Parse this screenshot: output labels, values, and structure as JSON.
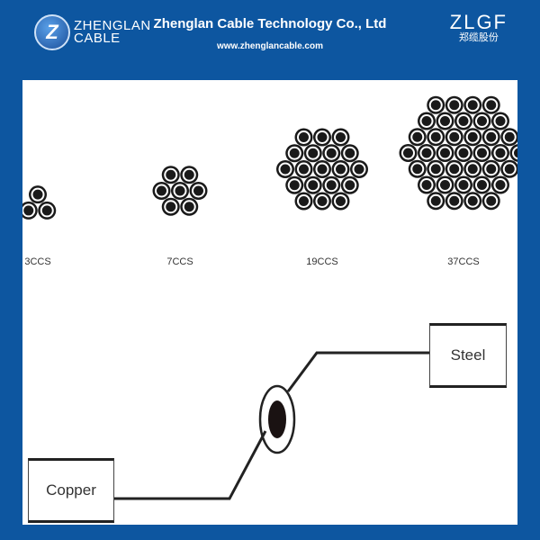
{
  "header": {
    "logo_text_line1": "ZHENGLAN",
    "logo_text_line2": "CABLE",
    "logo_mark": "Z",
    "company_name": "Zhenglan Cable Technology Co., Ltd",
    "website": "www.zhenglancable.com",
    "brand_mark": "ZLGF",
    "brand_sub": "郑缆股份"
  },
  "colors": {
    "frame": "#0d56a0",
    "strand": "#1a1a1a"
  },
  "strand_configs": [
    {
      "label": "3CCS",
      "count": 3
    },
    {
      "label": "7CCS",
      "count": 7
    },
    {
      "label": "19CCS",
      "count": 19
    },
    {
      "label": "37CCS",
      "count": 37
    }
  ],
  "diagram": {
    "left_label": "Copper",
    "right_label": "Steel"
  }
}
